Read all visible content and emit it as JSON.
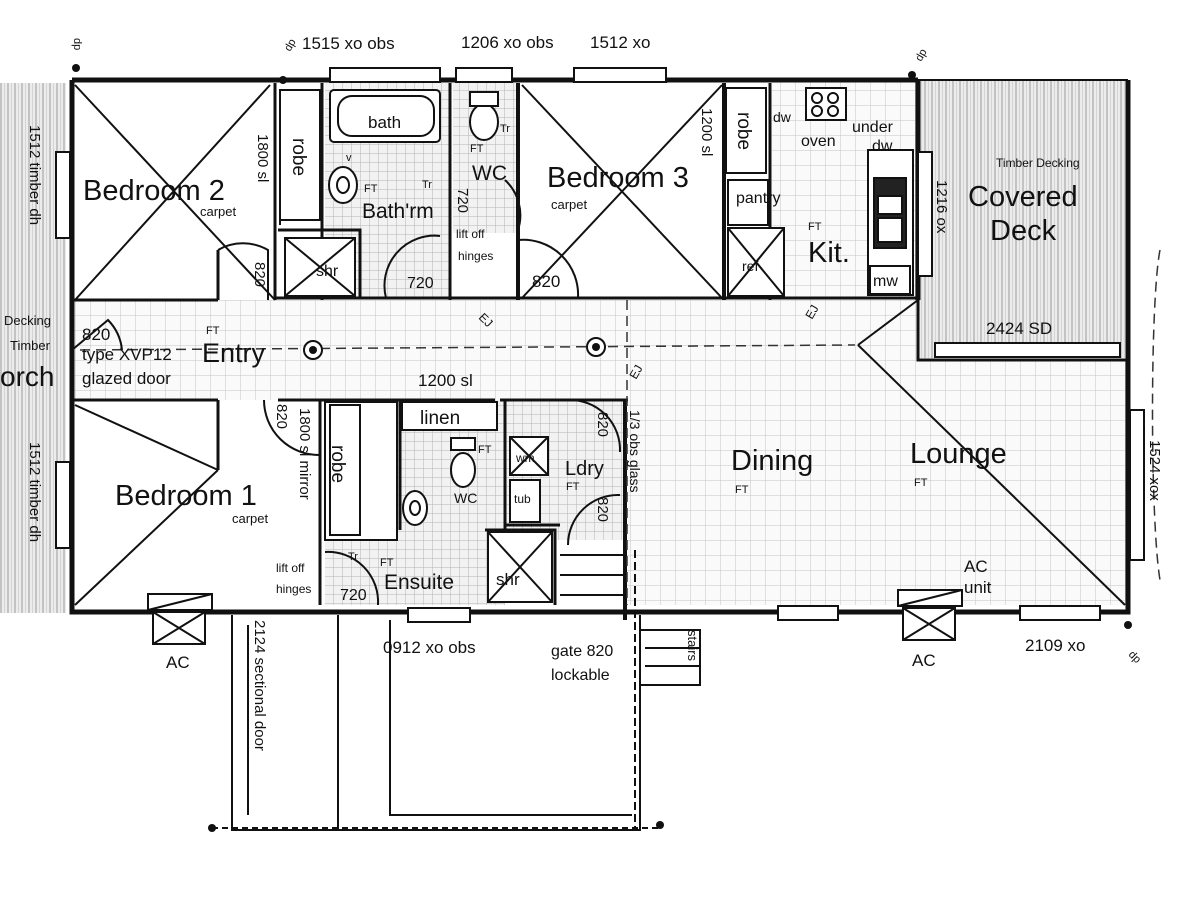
{
  "rooms": {
    "bedroom2": {
      "name": "Bedroom 2",
      "floor": "carpet"
    },
    "bedroom3": {
      "name": "Bedroom 3",
      "floor": "carpet"
    },
    "bedroom1": {
      "name": "Bedroom 1",
      "floor": "carpet"
    },
    "bath": "bath",
    "bathrm": "Bath'rm",
    "wc_top": "WC",
    "wc_lower": "WC",
    "robe": "robe",
    "shr": "shr",
    "linen": "linen",
    "ldry": "Ldry",
    "wm": "wm",
    "tub": "tub",
    "ensuite": "Ensuite",
    "entry": "Entry",
    "dining": "Dining",
    "lounge": "Lounge",
    "kitchen": "Kit.",
    "pantry": "pantry",
    "fridge": "ref",
    "dw": "dw",
    "oven": "oven",
    "under": "under",
    "dw2": "dw",
    "sink": "s",
    "mw": "mw",
    "covered_deck_line1": "Covered",
    "covered_deck_line2": "Deck",
    "timber_decking": "Timber Decking",
    "porch_decking": "Decking",
    "porch_timber": "Timber",
    "porch": "orch",
    "ac": "AC",
    "ac_unit_1": "AC",
    "ac_unit_2": "unit",
    "stairs": "stairs"
  },
  "annotations": {
    "win_1515": "1515 xo obs",
    "win_1206": "1206 xo obs",
    "win_1512": "1512 xo",
    "win_1512_td_top": "1512 timber dh",
    "win_1512_td_bot": "1512 timber dh",
    "win_1216": "1216 ox",
    "win_1524": "1524 xox",
    "win_0912": "0912 xo obs",
    "win_2109": "2109 xo",
    "door_2424": "2424 SD",
    "robe_1800": "1800 sl",
    "robe_1200_b3": "1200 sl",
    "robe_1200": "1200 sl",
    "robe_1800_mirror": "1800 sl mirror",
    "d820_b2": "820",
    "d720_bath": "720",
    "d720_wc": "720",
    "d820_b3": "820",
    "d820_entry": "820",
    "entry_type": "type XVP12",
    "entry_glazed": "glazed door",
    "d820_b1": "820",
    "d820_ldry1": "820",
    "d820_ldry2": "820",
    "d720_ens": "720",
    "obs_glass": "1/3 obs glass",
    "lift_off_1": "lift off",
    "hinges_1": "hinges",
    "lift_off_2": "lift off",
    "hinges_2": "hinges",
    "gate": "gate 820",
    "lockable": "lockable",
    "sectional_door": "2124 sectional door",
    "ej": "EJ",
    "ft": "FT",
    "tr": "Tr",
    "v": "v",
    "dp": "dp"
  }
}
